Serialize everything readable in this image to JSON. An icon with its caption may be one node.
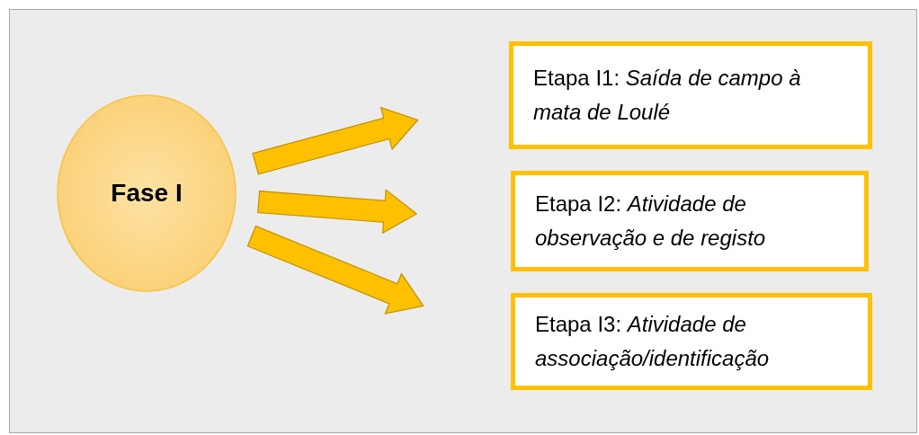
{
  "diagram": {
    "nodes": [
      {
        "text": [
          "Fase I"
        ]
      },
      {
        "text": [
          "Etapa I1: *Saída de campo à mata de Loulé*"
        ]
      },
      {
        "text": [
          "Etapa I2: *Atividade de observação e de registo*"
        ]
      },
      {
        "text": [
          "Etapa I3: *Atividade de associação/identificação*"
        ]
      }
    ],
    "edges": [
      {
        "from": 0,
        "to": 1,
        "arrow": "to"
      },
      {
        "from": 0,
        "to": 2,
        "arrow": "to"
      },
      {
        "from": 0,
        "to": 3,
        "arrow": "to"
      }
    ]
  }
}
